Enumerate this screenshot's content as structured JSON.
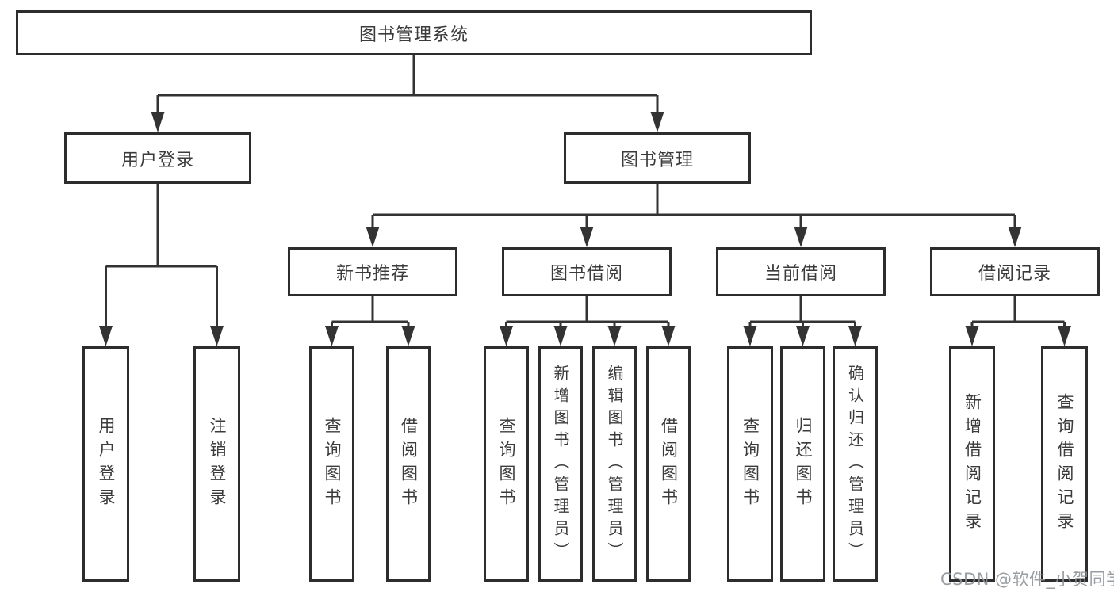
{
  "colors": {
    "line": "#333333",
    "box_border": "#2d2d2d",
    "box_fill": "#ffffff",
    "text": "#3b3b3b",
    "watermark": "#8e9399",
    "background": "#ffffff"
  },
  "watermark": "CSDN @软件_小贺同学",
  "tree": {
    "label": "图书管理系统",
    "children": [
      {
        "label": "用户登录",
        "children": [
          {
            "label": "用户登录"
          },
          {
            "label": "注销登录"
          }
        ]
      },
      {
        "label": "图书管理",
        "children": [
          {
            "label": "新书推荐",
            "children": [
              {
                "label": "查询图书"
              },
              {
                "label": "借阅图书"
              }
            ]
          },
          {
            "label": "图书借阅",
            "children": [
              {
                "label": "查询图书"
              },
              {
                "label": "新增图书（管理员）"
              },
              {
                "label": "编辑图书（管理员）"
              },
              {
                "label": "借阅图书"
              }
            ]
          },
          {
            "label": "当前借阅",
            "children": [
              {
                "label": "查询图书"
              },
              {
                "label": "归还图书"
              },
              {
                "label": "确认归还（管理员）"
              }
            ]
          },
          {
            "label": "借阅记录",
            "children": [
              {
                "label": "新增借阅记录"
              },
              {
                "label": "查询借阅记录"
              }
            ]
          }
        ]
      }
    ]
  }
}
